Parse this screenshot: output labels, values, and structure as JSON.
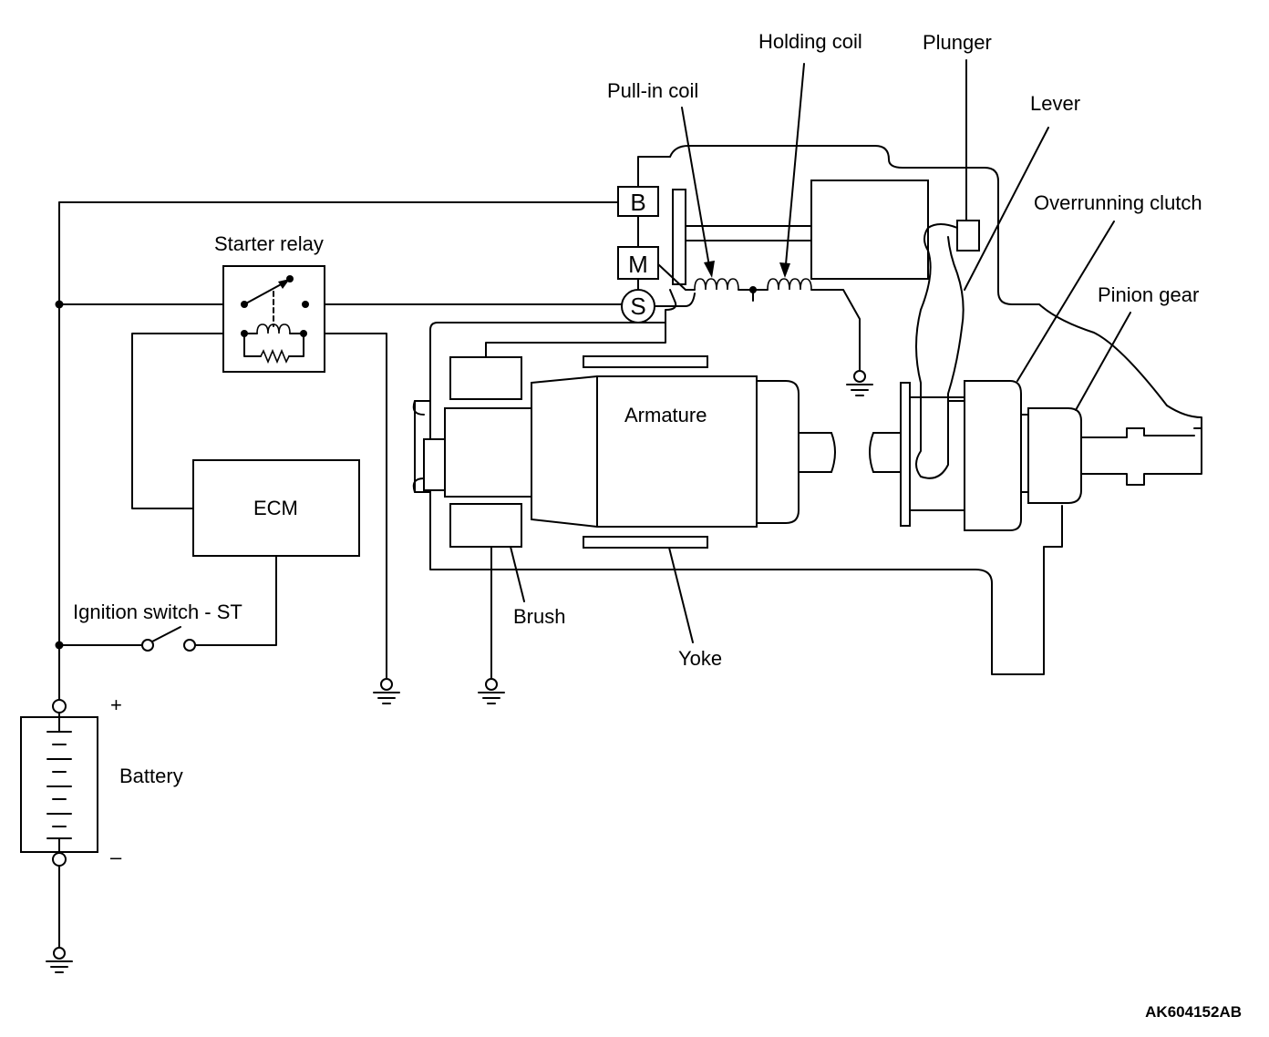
{
  "labels": {
    "holding_coil": "Holding coil",
    "plunger": "Plunger",
    "pull_in_coil": "Pull-in coil",
    "lever": "Lever",
    "overrunning_clutch": "Overrunning clutch",
    "pinion_gear": "Pinion gear",
    "starter_relay": "Starter relay",
    "armature": "Armature",
    "ecm": "ECM",
    "ignition_switch": "Ignition switch - ST",
    "brush": "Brush",
    "yoke": "Yoke",
    "battery": "Battery",
    "battery_plus": "+",
    "battery_minus": "–"
  },
  "terminals": {
    "b": "B",
    "m": "M",
    "s": "S"
  },
  "figure_code": "AK604152AB"
}
